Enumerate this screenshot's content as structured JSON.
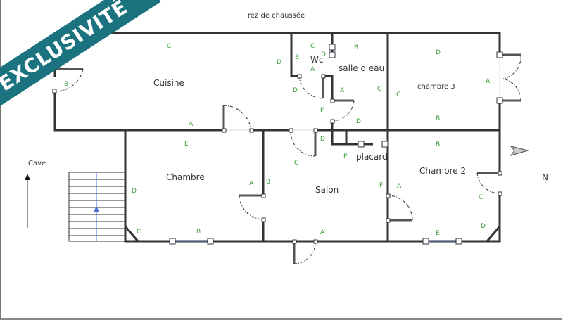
{
  "title": "rez de chaussée",
  "banner": {
    "text": "EXCLUSIVITÉ",
    "color": "#1a737e"
  },
  "compass": {
    "label": "N"
  },
  "stairs": {
    "label": "Cave"
  },
  "rooms": {
    "cuisine": {
      "name": "Cuisine",
      "walls": {
        "c": "C",
        "b": "B",
        "a": "A",
        "d": "D"
      }
    },
    "wc": {
      "name": "Wc",
      "walls": {
        "c": "C",
        "b": "B",
        "d": "D",
        "a": "A"
      }
    },
    "salle_eau": {
      "name": "salle d eau",
      "walls": {
        "b": "B",
        "a": "A",
        "c": "C",
        "d": "D"
      }
    },
    "chambre3": {
      "name": "chambre 3",
      "walls": {
        "d": "D",
        "c": "C",
        "a": "A",
        "b": "B"
      }
    },
    "chambre": {
      "name": "Chambre",
      "walls": {
        "e": "E",
        "d": "D",
        "a": "A",
        "c": "C",
        "b": "B"
      }
    },
    "salon": {
      "name": "Salon",
      "walls": {
        "b": "B",
        "c": "C",
        "d": "D",
        "e": "E",
        "f": "F",
        "a": "A"
      }
    },
    "placard": {
      "name": "placard"
    },
    "chambre2": {
      "name": "Chambre 2",
      "walls": {
        "b": "B",
        "a": "A",
        "c": "C",
        "d": "D",
        "e": "E"
      }
    },
    "hall": {
      "walls": {
        "e": "E",
        "f": "F"
      }
    }
  },
  "colors": {
    "wall": "#333333",
    "label": "#3a9a3a",
    "window": "#5566aa",
    "stair_arrow": "#4a6fd0"
  }
}
